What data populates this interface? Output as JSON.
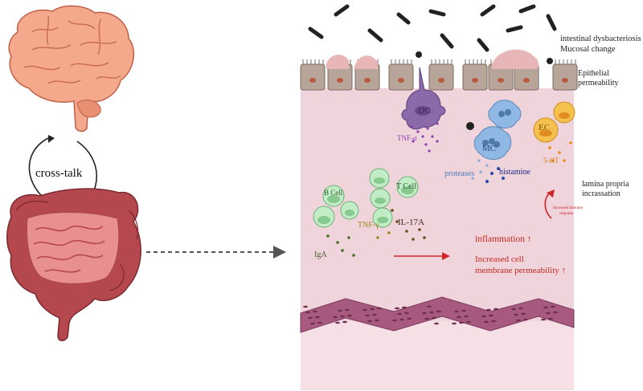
{
  "left": {
    "crosstalk_label": "cross-talk"
  },
  "right_labels": {
    "dysbacteriosis_line1": "intestinal dysbacteriosis  &",
    "dysbacteriosis_line2": "Mucosal change",
    "epithelial_line1": "Epithelial",
    "epithelial_line2": "permeability",
    "lamina_line1": "lamina propria",
    "lamina_line2": "incrassation"
  },
  "cells": {
    "dc": "DC",
    "mc": "MC",
    "ec": "EC",
    "b_cell": "B Cell",
    "t_cell": "T Cell"
  },
  "mediators": {
    "tnf_alpha": "TNF-α",
    "proteases": "proteases",
    "histamine": "histamine",
    "serotonin": "5-HT",
    "tnf_gamma": "TNF-γ",
    "il17a": "IL-17A",
    "iga": "IgA"
  },
  "effects": {
    "immune_line1": "Increased immune",
    "immune_line2": "response",
    "inflammation": "inflammation ↑",
    "permeability_line1": "Increased cell",
    "permeability_line2": "membrane permeability ↑"
  },
  "colors": {
    "tissue": "#f0d4dc",
    "muscle": "#a8597f",
    "arrow_red": "#d0262a",
    "dc_purple": "#8a6aa8",
    "mc_blue": "#7fa9d6",
    "ec_orange": "#f0b04a",
    "lymph_green": "#9fd9a4"
  }
}
